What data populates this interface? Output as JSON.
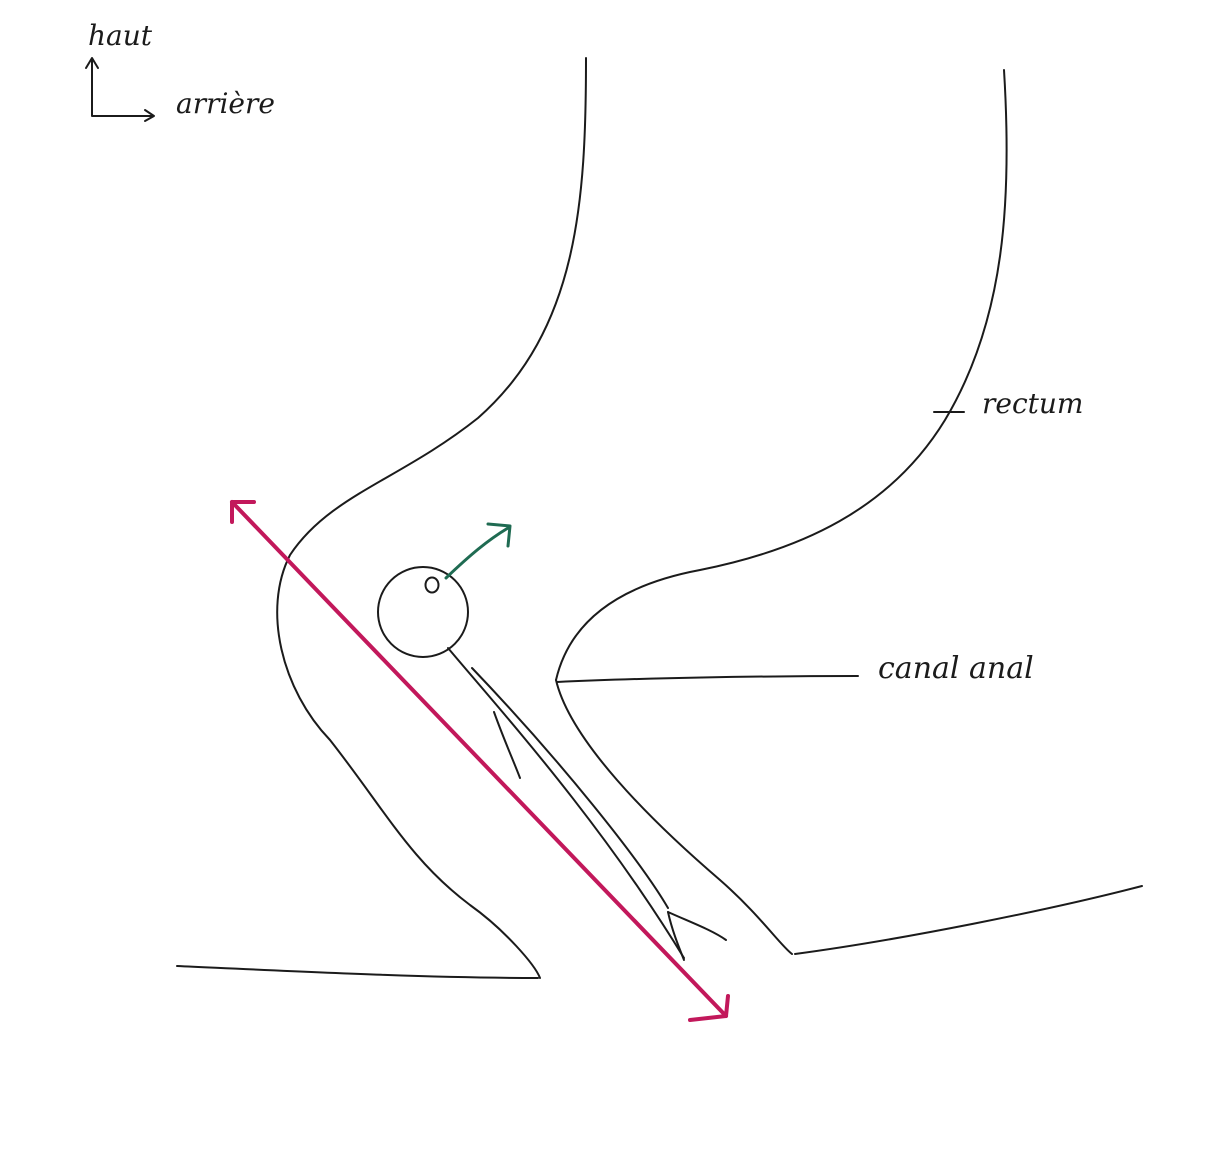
{
  "labels": {
    "haut": "haut",
    "arriere": "arrière",
    "rectum": "rectum",
    "canal_anal": "canal anal"
  },
  "colors": {
    "ink": "#1b1b1b",
    "axis_arrow": "#c2185b",
    "direction_arrow": "#1f6b52"
  }
}
